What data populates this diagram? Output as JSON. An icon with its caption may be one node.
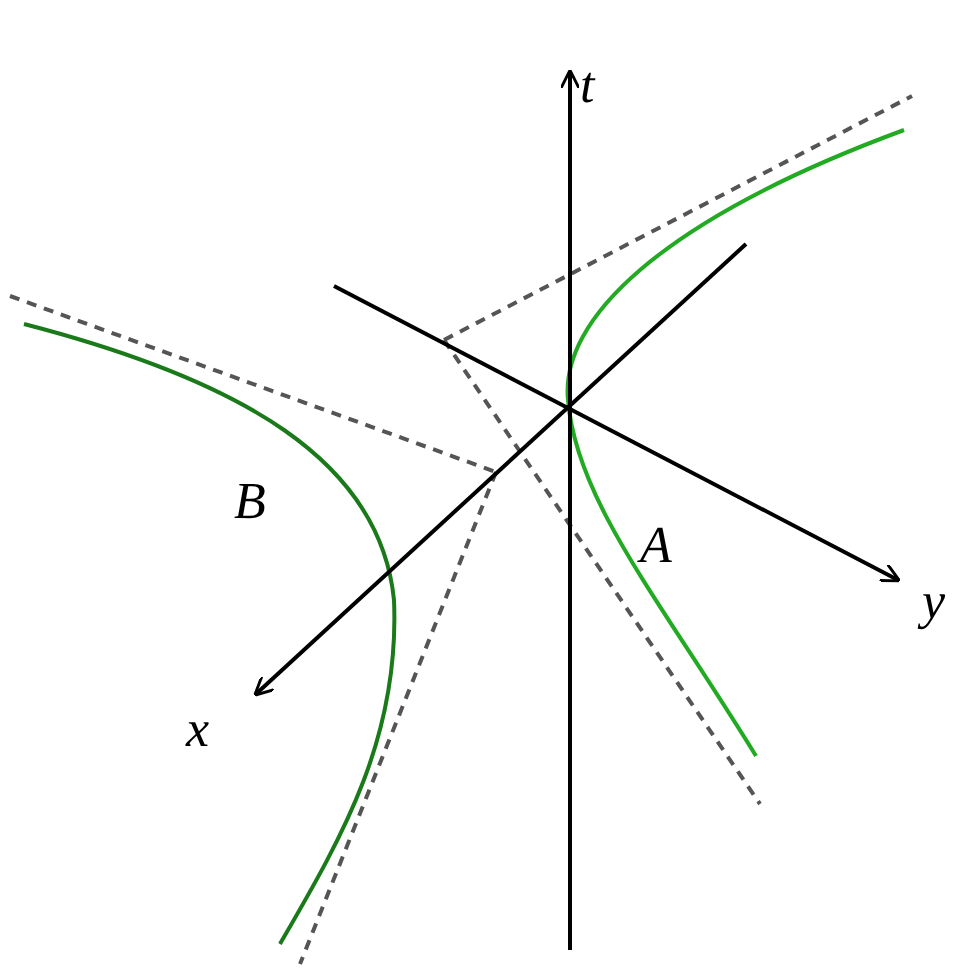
{
  "diagram": {
    "labels": [
      "t",
      "B",
      "A",
      "y",
      "x"
    ]
  }
}
